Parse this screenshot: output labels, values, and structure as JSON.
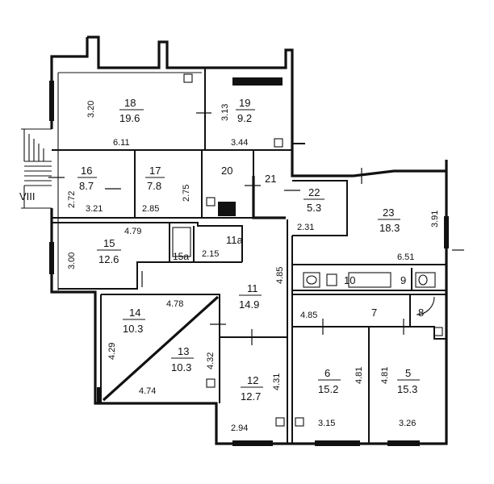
{
  "roman_label": "VIII",
  "rooms": [
    {
      "id": "r18",
      "number": "18",
      "area": "19.6"
    },
    {
      "id": "r19",
      "number": "19",
      "area": "9.2"
    },
    {
      "id": "r16",
      "number": "16",
      "area": "8.7"
    },
    {
      "id": "r17",
      "number": "17",
      "area": "7.8"
    },
    {
      "id": "r20",
      "number": "20",
      "area": ""
    },
    {
      "id": "r21",
      "number": "21",
      "area": ""
    },
    {
      "id": "r22",
      "number": "22",
      "area": "5.3"
    },
    {
      "id": "r23",
      "number": "23",
      "area": "18.3"
    },
    {
      "id": "r15",
      "number": "15",
      "area": "12.6"
    },
    {
      "id": "r15a",
      "number": "15a",
      "area": ""
    },
    {
      "id": "r11a",
      "number": "11a",
      "area": ""
    },
    {
      "id": "r11",
      "number": "11",
      "area": "14.9"
    },
    {
      "id": "r14",
      "number": "14",
      "area": "10.3"
    },
    {
      "id": "r13",
      "number": "13",
      "area": "10.3"
    },
    {
      "id": "r12",
      "number": "12",
      "area": "12.7"
    },
    {
      "id": "r6",
      "number": "6",
      "area": "15.2"
    },
    {
      "id": "r5",
      "number": "5",
      "area": "15.3"
    },
    {
      "id": "r10",
      "number": "10",
      "area": ""
    },
    {
      "id": "r9",
      "number": "9",
      "area": ""
    },
    {
      "id": "r7",
      "number": "7",
      "area": ""
    },
    {
      "id": "r8",
      "number": "8",
      "area": ""
    }
  ],
  "dimensions": [
    "3.20",
    "6.11",
    "3.13",
    "3.44",
    "2.72",
    "3.21",
    "2.75",
    "2.85",
    "2.31",
    "3.91",
    "6.51",
    "4.79",
    "2.15",
    "3.00",
    "4.85",
    "4.78",
    "4.29",
    "4.32",
    "4.74",
    "4.31",
    "2.94",
    "4.85",
    "4.81",
    "4.81",
    "3.15",
    "3.26"
  ]
}
